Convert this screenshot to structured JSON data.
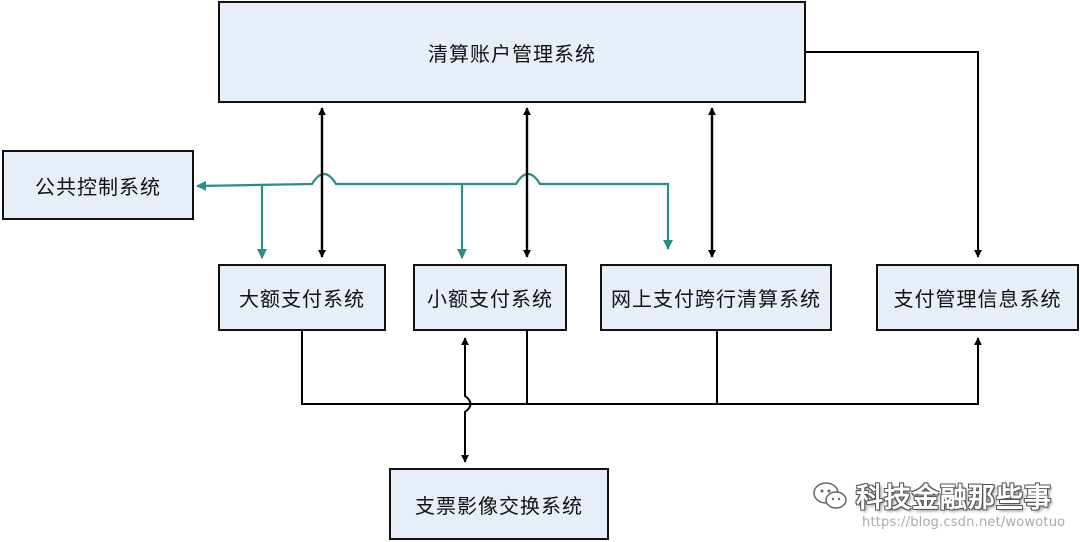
{
  "nodes": {
    "clearing_account": "清算账户管理系统",
    "public_control": "公共控制系统",
    "hvps": "大额支付系统",
    "beps": "小额支付系统",
    "ibps": "网上支付跨行清算系统",
    "pmis": "支付管理信息系统",
    "cis": "支票影像交换系统"
  },
  "edges": [
    {
      "from": "hvps",
      "to": "clearing_account",
      "type": "bidirectional"
    },
    {
      "from": "beps",
      "to": "clearing_account",
      "type": "bidirectional"
    },
    {
      "from": "ibps",
      "to": "clearing_account",
      "type": "bidirectional"
    },
    {
      "from": "clearing_account",
      "to": "pmis",
      "type": "directed"
    },
    {
      "from": "public_control",
      "to": "hvps",
      "type": "directed"
    },
    {
      "from": "public_control",
      "to": "beps",
      "type": "directed"
    },
    {
      "from": "public_control",
      "to": "ibps",
      "type": "directed"
    },
    {
      "from": "hvps",
      "to": "pmis",
      "type": "directed"
    },
    {
      "from": "beps",
      "to": "pmis",
      "type": "directed"
    },
    {
      "from": "ibps",
      "to": "pmis",
      "type": "directed"
    },
    {
      "from": "cis",
      "to": "beps",
      "type": "bidirectional"
    }
  ],
  "colors": {
    "box_fill": "#e8eef8",
    "box_border": "#111111",
    "black_line": "#000000",
    "control_line": "#2e8b87"
  },
  "watermark": {
    "text": "科技金融那些事",
    "icon": "wechat-icon",
    "url": "https://blog.csdn.net/wowotuo"
  }
}
